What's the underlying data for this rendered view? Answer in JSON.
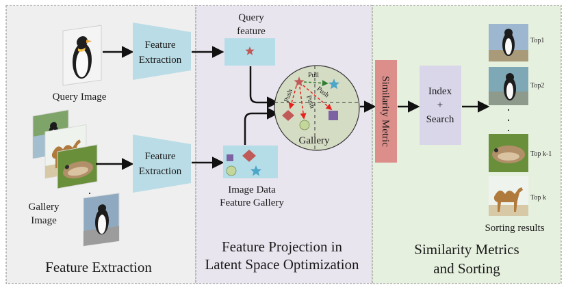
{
  "sections": {
    "feature_extraction": "Feature Extraction",
    "projection_line1": "Feature Projection in",
    "projection_line2": "Latent Space Optimization",
    "similarity_line1": "Similarity Metrics",
    "similarity_line2": "and Sorting"
  },
  "inputs": {
    "query_image": "Query Image",
    "gallery_image_line1": "Gallery",
    "gallery_image_line2": "Image",
    "gallery_dots": "."
  },
  "modules": {
    "feature_extraction_line1": "Feature",
    "feature_extraction_line2": "Extraction",
    "query_feature_line1": "Query",
    "query_feature_line2": "feature",
    "image_data_line1": "Image Data",
    "image_data_line2": "Feature Gallery",
    "gallery": "Gallery",
    "pull": "Pull",
    "push": "Push",
    "similarity_metric": "Similarity Metric",
    "index_line1": "Index",
    "index_line2": "+",
    "index_line3": "Search"
  },
  "results": {
    "labels": [
      "Top1",
      "Top2",
      "Top k-1",
      "Top k"
    ],
    "dots": ".",
    "sorting_results": "Sorting results"
  },
  "colors": {
    "feature_extraction_panel": "#efefef",
    "projection_panel": "#e9e5ef",
    "similarity_panel": "#e6f0df",
    "trapezoid": "#b9dce6",
    "feature_box": "#b5dde8",
    "gallery_circle": "#d5dcc4",
    "similarity_metric_box": "#dc8e8a",
    "index_box": "#d9d6ea",
    "star_red": "#c05a58",
    "star_blue": "#4ba6c8",
    "square_purple": "#7d62a3",
    "circle_green": "#c3d79b",
    "push_arrow": "#e8211e",
    "pull_arrow": "#2e7d32"
  },
  "icons": [
    "penguin-image",
    "camel-image",
    "frog-image",
    "star-icon",
    "diamond-icon",
    "square-icon",
    "circle-icon"
  ]
}
